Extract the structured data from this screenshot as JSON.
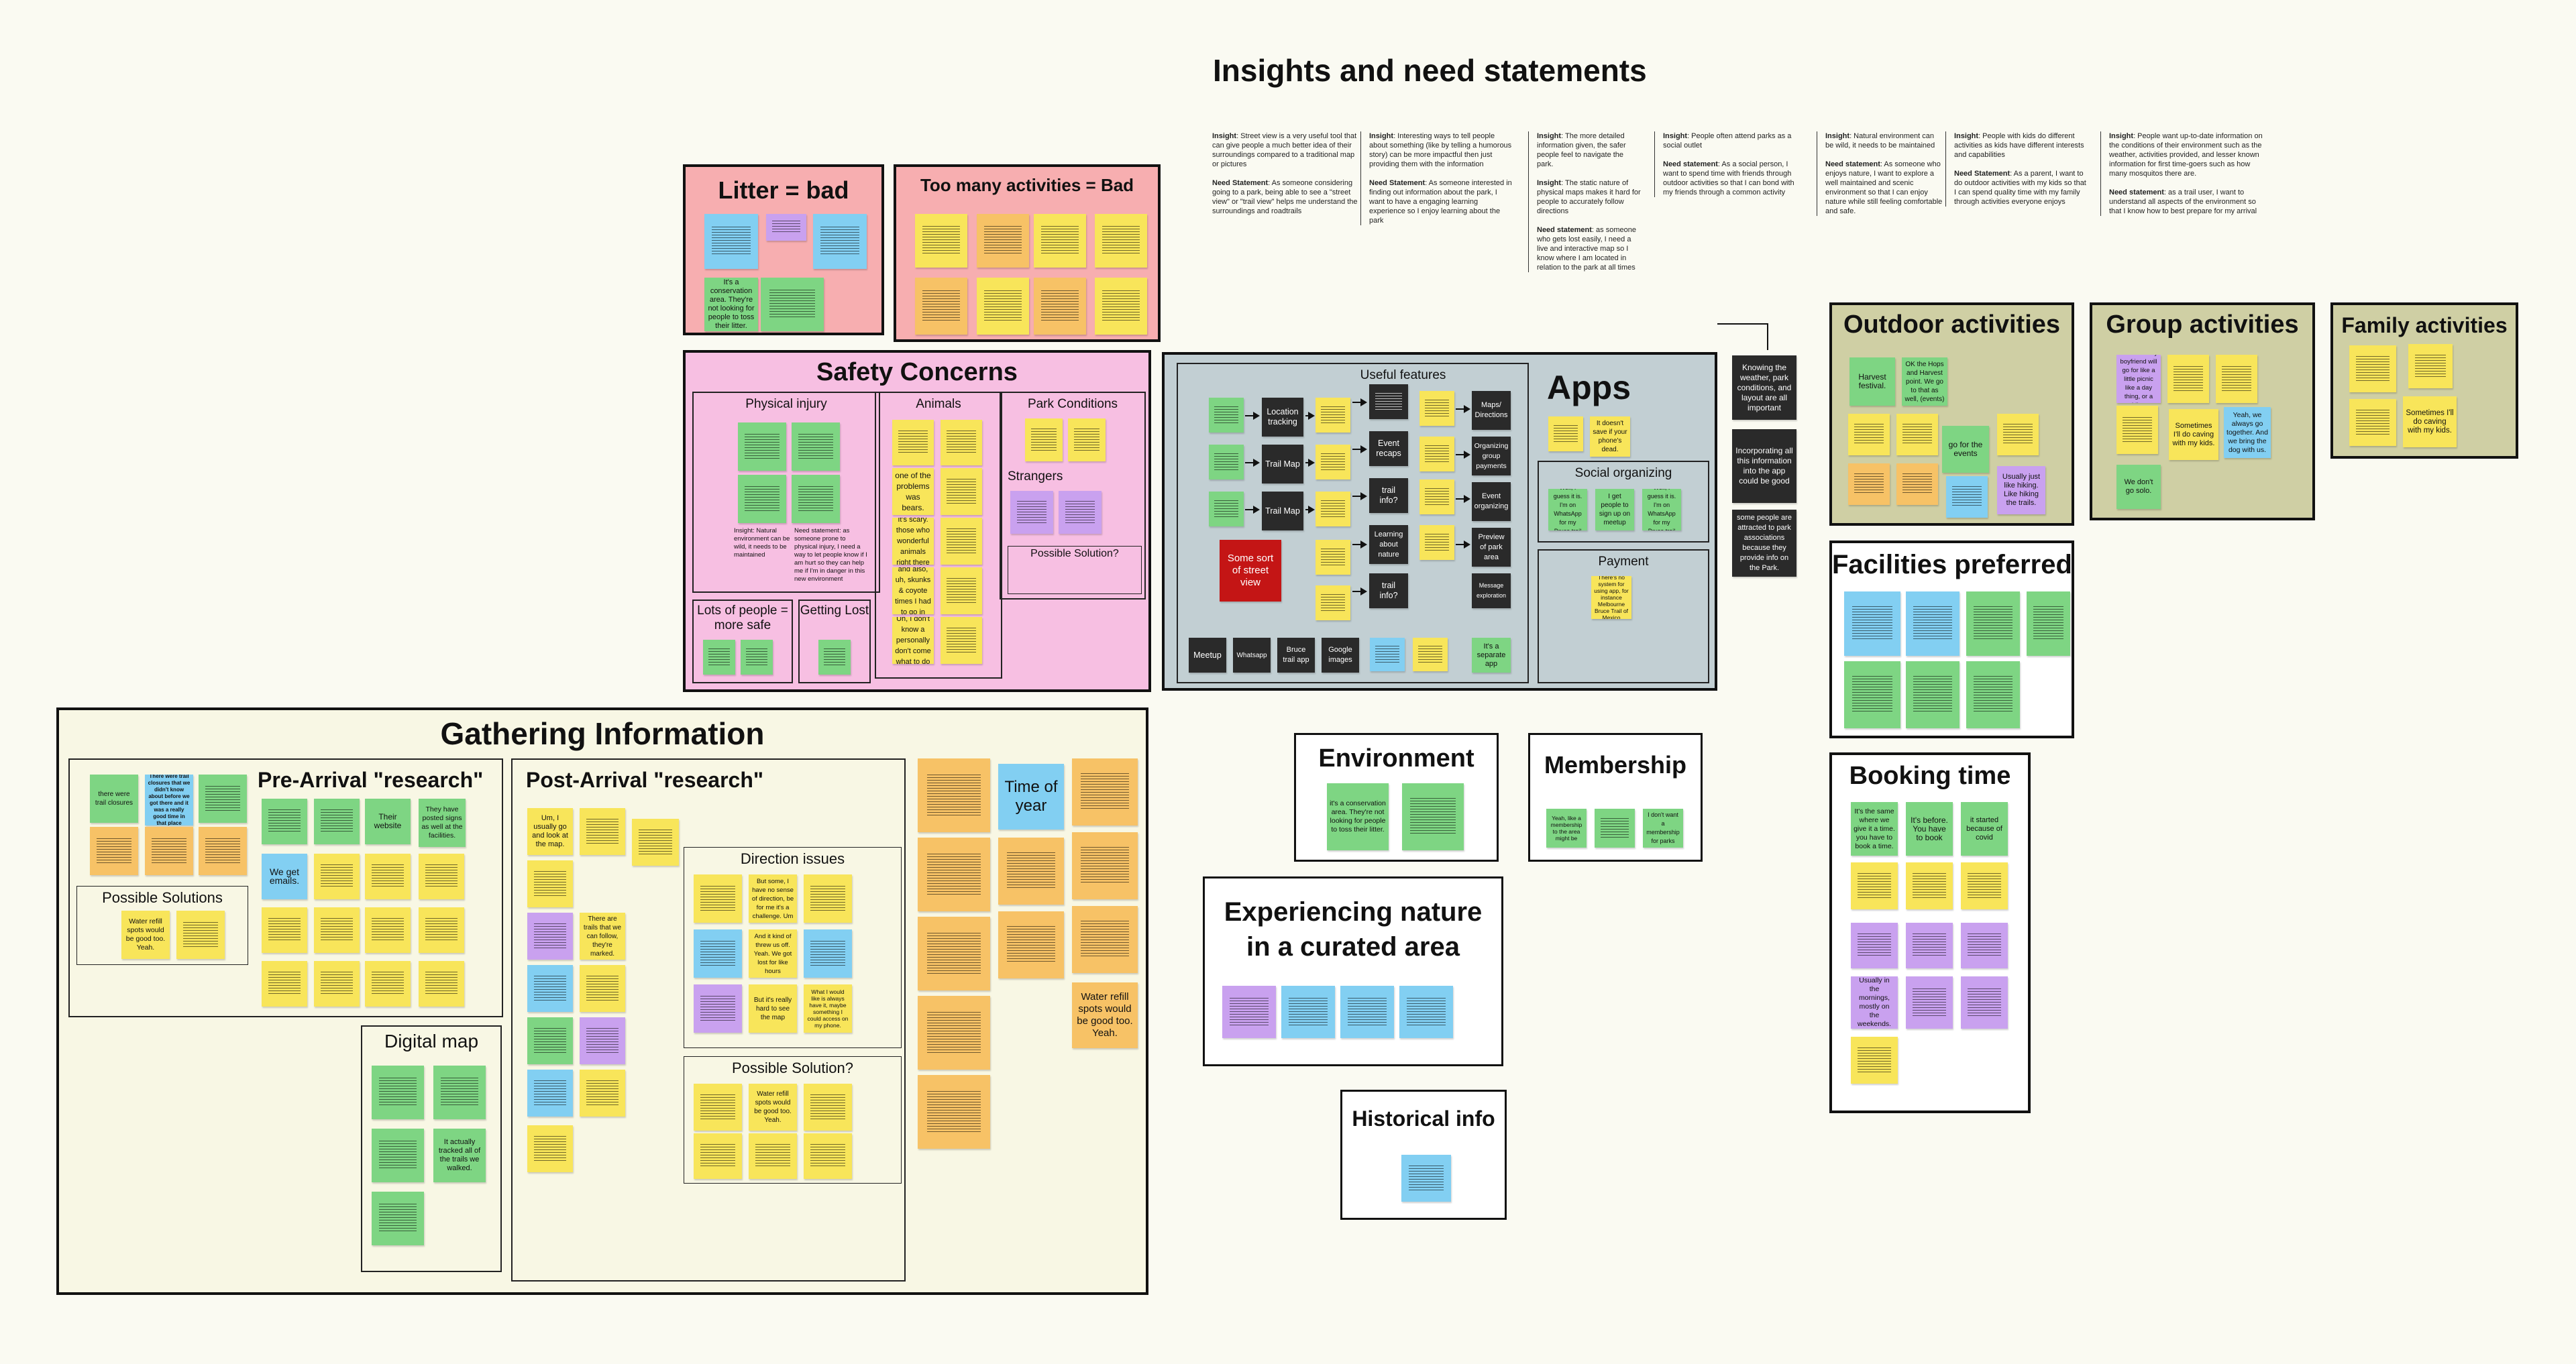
{
  "board_title": "Insights and need statements",
  "insights": [
    {
      "label": "Insight",
      "text": ": Street view is a very useful tool that can give people a much better idea of their surroundings compared to a traditional map or pictures",
      "need_label": "Need Statement",
      "need": ": As someone considering going to a park, being able to see a \"street view\" or \"trail view\" helps me understand the surroundings and roadtrails"
    },
    {
      "label": "Insight",
      "text": ": Interesting ways to tell people about something (like by telling a humorous story) can be more impactful then just providing them with the information",
      "need_label": "Need Statement",
      "need": ": As someone interested in finding out information about the park, I want to have a engaging learning experience so I enjoy learning about the park"
    },
    {
      "label": "Insight",
      "text": ": The more detailed information given, the safer people feel to navigate the park.",
      "label2": "Insight",
      "text2": ": The static nature of physical maps makes it hard for people to accurately follow directions",
      "need_label": "Need statement",
      "need": ": as someone who gets lost easily, I need a live and interactive map so I know where I am located in relation to the park at all times"
    },
    {
      "label": "Insight",
      "text": ": People often attend parks as a social outlet",
      "need_label": "Need statement",
      "need": ": As a social person, I want to spend time with friends through outdoor activities so that I can bond with my friends through a common activity"
    },
    {
      "label": "Insight",
      "text": ": Natural environment can be wild, it needs to be maintained",
      "need_label": "Need statement",
      "need": ": As someone who enjoys nature, I want to explore a well maintained and scenic environment so that I can enjoy nature while still feeling comfortable and safe."
    },
    {
      "label": "Insight",
      "text": ": People with kids do different activities as kids have different interests and capabilities",
      "need_label": "Need Statement",
      "need": ": As a parent, I want to do outdoor activities with my kids so that I can spend quality time with my family through activities everyone enjoys"
    },
    {
      "label": "Insight",
      "text": ": People want up-to-date information on the conditions of their environment such as the weather, activities provided, and lesser known information for first time-goers such as how many mosquitos there are.",
      "need_label": "Need statement",
      "need": ": as a trail user, I want to understand all aspects of the environment so that I know how to best prepare for my arrival"
    }
  ],
  "groups": {
    "litter": "Litter = bad",
    "too_many": "Too many activities = Bad",
    "safety": "Safety Concerns",
    "physical": "Physical injury",
    "animals": "Animals",
    "park_conditions": "Park Conditions",
    "strangers": "Strangers",
    "possible_solution": "Possible Solution?",
    "lots_of_people": "Lots of people = more safe",
    "getting_lost": "Getting Lost",
    "apps": "Apps",
    "useful_features": "Useful features",
    "social_organizing": "Social organizing",
    "payment": "Payment",
    "outdoor": "Outdoor activities",
    "group_act": "Group activities",
    "family": "Family activities",
    "facilities": "Facilities preferred",
    "booking": "Booking time",
    "gathering": "Gathering Information",
    "pre_arrival": "Pre-Arrival \"research\"",
    "possible_solutions": "Possible Solutions",
    "digital_map": "Digital map",
    "post_arrival": "Post-Arrival \"research\"",
    "direction": "Direction issues",
    "possible_solution2": "Possible Solution?",
    "environment": "Environment",
    "membership": "Membership",
    "experiencing": "Experiencing nature in a curated area",
    "historical": "Historical info"
  },
  "stickies": {
    "litter_1": "It's a conservation area. They're not looking for people to toss their litter.",
    "safety_physical": "Insight: Natural environment can be wild, it needs to be maintained",
    "safety_physical_need": "Need statement: as someone prone to physical injury, I need a way to let people know if I am hurt so they can help me if I'm in danger in this new environment",
    "animals_1": "one of the problems was bears.",
    "animals_2": "It's scary. those who wonderful animals right there",
    "animals_3": "and also, uh, skunks & coyote times I had to go in",
    "animals_4": "Uh, I don't know a personally don't come what to do",
    "apps_flow_1": "Location tracking",
    "apps_flow_2": "Trail Map",
    "apps_flow_3": "Trail Map",
    "apps_street": "Some sort of street view",
    "apps_mid_1": "Event recaps",
    "apps_mid_2": "trail info?",
    "apps_mid_3": "Learning about nature",
    "apps_mid_4": "trail info?",
    "apps_right_1": "Maps/ Directions",
    "apps_right_2": "Organizing group payments",
    "apps_right_3": "Event organizing",
    "apps_right_4": "Preview of park area",
    "apps_right_5": "Message exploration",
    "apps_bottom_1": "Meetup",
    "apps_bottom_2": "Whatsapp",
    "apps_bottom_3": "Bruce trail app",
    "apps_bottom_4": "Google images",
    "apps_separate": "It's a separate app",
    "apps_phone": "It doesn't save if your phone's dead.",
    "social_1": "Well, I guess it is. I'm on WhatsApp for my Bruce trail",
    "social_2": "I get people to sign up on meetup",
    "social_3": "Well, I guess it is. I'm on WhatsApp for my Bruce trail",
    "payment_1": "There's no system for using app, for instance Melbourne Bruce Trail of Mexico",
    "dark_1": "Knowing the weather, park conditions, and layout are all important",
    "dark_2": "Incorporating all this information into the app could be good",
    "dark_3": "some people are attracted to park associations because they provide info on the Park.",
    "outdoor_1": "Harvest festival.",
    "outdoor_2": "OK the Hops and Harvest point. We go to that as well, (events)",
    "outdoor_3": "go for the events",
    "outdoor_4": "Usually just like hiking. Like hiking the trails.",
    "group_1": "... we and my boyfriend will go for like a little picnic like a day thing, or a hike.",
    "group_2": "Sometimes I'll do caving with my kids.",
    "group_3": "Yeah, we always go together. And we bring the dog with us.",
    "group_4": "We don't go solo.",
    "family_1": "Sometimes I'll do caving with my kids.",
    "booking_1": "It's the same where we give it a time. you have to book a time.",
    "booking_2": "It's before. You have to book",
    "booking_3": "it started because of covid",
    "booking_4": "Usually in the mornings, mostly on the weekends.",
    "pre_1": "there were trail closures",
    "pre_2": "There were trail closures that we didn't know about before we got there and it was a really good time in that place",
    "pre_3": "Their website",
    "pre_4": "They have posted signs as well at the facilities.",
    "pre_5": "We get emails.",
    "pre_6": "Water refill spots would be good too. Yeah.",
    "digital_1": "It actually tracked all of the trails we walked.",
    "post_1": "Um, I usually go and look at the map.",
    "post_2": "There are trails that we can follow, they're marked.",
    "dir_1": "But some, I have no sense of direction, be for me it's a challenge. Um",
    "dir_2": "And it kind of threw us off. Yeah. We got lost for like hours",
    "dir_3": "But it's really hard to see the map",
    "dir_4": "What I would like is always have it, maybe something I could access on my phone.",
    "ps2_1": "Water refill spots would be good too. Yeah.",
    "time_of_year": "Time of year",
    "water_refill": "Water refill spots would be good too. Yeah.",
    "env_1": "it's a conservation area. They're not looking for people to toss their litter.",
    "mem_1": "I don't want a membership for parks",
    "booking_5": "Yeah, like a membership to the area might be"
  }
}
